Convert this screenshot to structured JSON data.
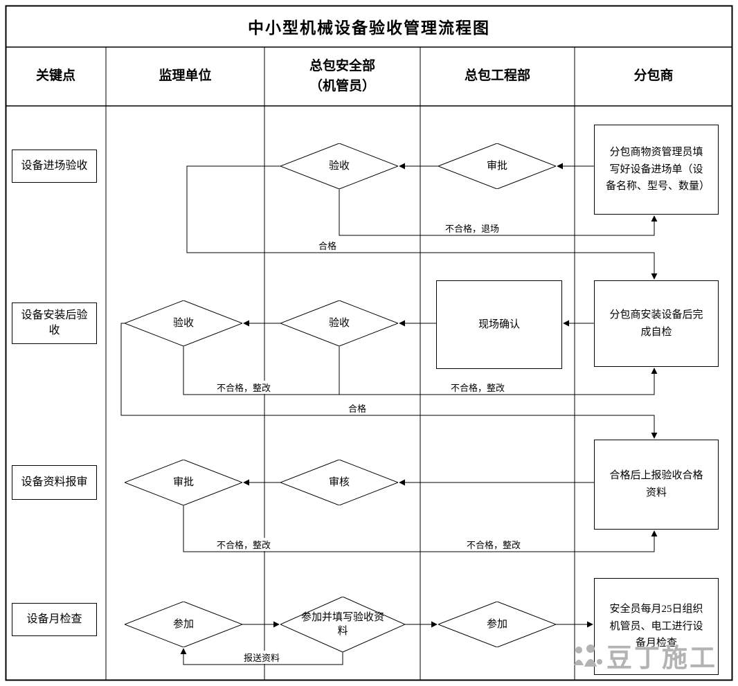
{
  "title": "中小型机械设备验收管理流程图",
  "header": {
    "col_keypoint": "关键点",
    "col_supervisor": "监理单位",
    "col_safety": "总包安全部\n（机管员）",
    "col_engineering": "总包工程部",
    "col_subcontractor": "分包商"
  },
  "key_points": {
    "row1": "设备进场验收",
    "row2": "设备安装后验收",
    "row3": "设备资料报审",
    "row4": "设备月检查"
  },
  "nodes": {
    "r1_fill_form": "分包商物资管理员填写好设备进场单（设备名称、型号、数量）",
    "r1_approve": "审批",
    "r1_accept": "验收",
    "r2_self_check": "分包商安装设备后完成自检",
    "r2_site_confirm": "现场确认",
    "r2_accept_safety": "验收",
    "r2_accept_supervisor": "验收",
    "r3_submit_docs": "合格后上报验收合格资料",
    "r3_review": "审核",
    "r3_approve": "审批",
    "r4_monthly_check": "安全员每月25日组织机管员、电工进行设备月检查",
    "r4_join_engineering": "参加",
    "r4_join_and_fill": "参加并填写验收资料",
    "r4_join_supervisor": "参加"
  },
  "edge_labels": {
    "r1_fail": "不合格，退场",
    "r1_pass": "合格",
    "r2_fail": "不合格，整改",
    "r2_pass": "合格",
    "r3_fail": "不合格，整改",
    "r4_report": "报送资料"
  },
  "watermark": {
    "text": "豆丁施工"
  }
}
